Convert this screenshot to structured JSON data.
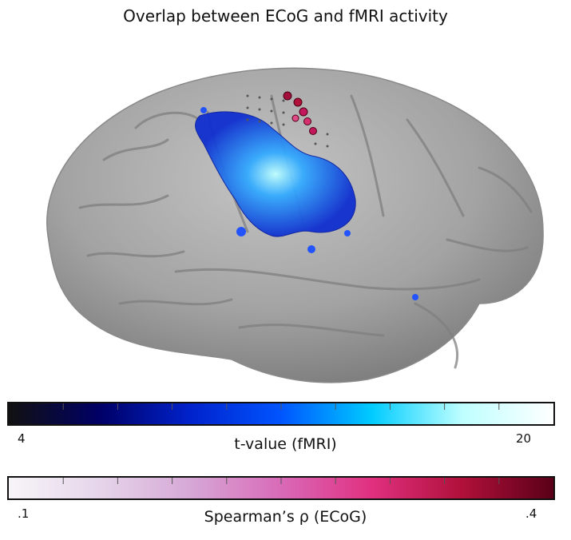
{
  "title": "Overlap between ECoG and fMRI activity",
  "colorbars": {
    "fmri": {
      "label": "t-value (fMRI)",
      "min_label": "4",
      "max_label": "20",
      "colors": [
        "#111111",
        "#000066",
        "#0022cc",
        "#0055ff",
        "#00ccff",
        "#bfffff",
        "#ffffff"
      ],
      "ticks": 10
    },
    "ecog": {
      "label": "Spearman’s ρ (ECoG)",
      "min_label": ".1",
      "max_label": ".4",
      "colors": [
        "#f7f5f8",
        "#e6d5ea",
        "#d6a8d6",
        "#d96ab8",
        "#e0307f",
        "#b0103a",
        "#5a0018"
      ],
      "ticks": 10
    }
  },
  "brain": {
    "cortex_color": "#a8a8a8",
    "fmri_color": "#1c4fff",
    "ecog_color": "#c2185b"
  }
}
